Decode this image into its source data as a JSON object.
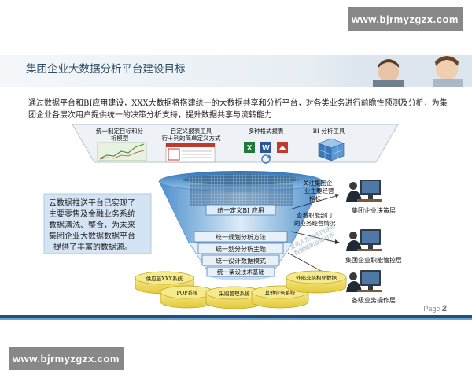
{
  "watermark": {
    "top": "www.bjrmyzgzx.com",
    "bottom": "www.bjrmyzgzx.com"
  },
  "slide": {
    "title": "集团企业大数据分析平台建设目标",
    "intro": "通过数据平台和BI应用建设，XXX大数据将搭建统一的大数据共享和分析平台，对各类业务进行前瞻性预测及分析，为集团企业各层次用户提供统一的决策分析支持，提升数据共享与流转能力",
    "page_label": "Page",
    "page_number": "2"
  },
  "top_panels": [
    {
      "line1": "统一制定目标和分",
      "line2": "析模型"
    },
    {
      "line1": "自定义报表工具",
      "line2": "行＋列的简单定义方式"
    },
    {
      "line1": "多种格式报表",
      "line2": ""
    },
    {
      "line1": "BI 分析工具",
      "line2": ""
    }
  ],
  "funnel_layers": [
    "统一定义BI 应用",
    "统一规划分析方法",
    "统一划分分析主题",
    "统一设计数据模式",
    "统一架设技术基础"
  ],
  "left_note": [
    "云数据推送平台已实现了",
    "主要零售及金融业务系统",
    "数据清洗、整合，为未来",
    "集团企业大数据数据平台",
    "提供了丰富的数据源。"
  ],
  "source_systems": [
    "供应链XXX系统",
    "POP系统",
    "采购管理系统",
    "其他业务系统",
    "外部非结构化数据"
  ],
  "user_groups": [
    {
      "label": "集团企业决策层",
      "callout": [
        "关注集团企",
        "业主要经营",
        "指标"
      ]
    },
    {
      "label": "集团企业职能管控层",
      "callout": [
        "查看职能部门",
        "的业务经营情况"
      ]
    },
    {
      "label": "各级业务操作层",
      "callout": [
        "业务人员使用BI获取",
        "数据辅助业务分析"
      ]
    }
  ],
  "colors": {
    "funnel_top": "#2c73b7",
    "funnel_mid": "#9fc8ea",
    "funnel_pale": "#dcecf8",
    "cylinder": "#f2df57",
    "rule": "#1a4f88"
  },
  "icons": [
    "line-chart-icon",
    "report-table-icon",
    "excel-icon",
    "word-icon",
    "pdf-icon",
    "refresh-icon",
    "cube-icon",
    "user-at-computer-icon"
  ]
}
